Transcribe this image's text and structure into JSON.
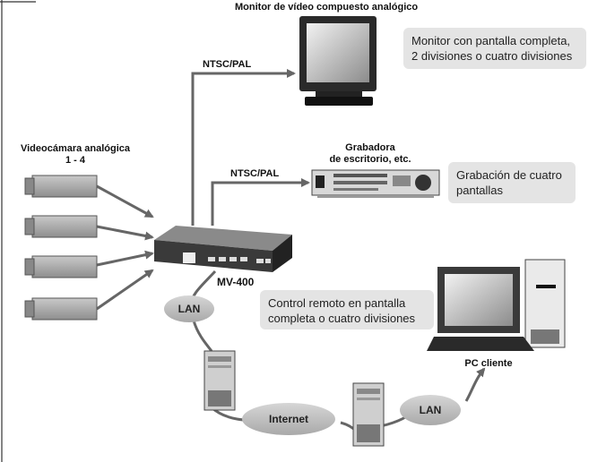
{
  "title": "Monitor de vídeo compuesto analógico",
  "camera_label_line1": "Videocámara analógica",
  "camera_label_line2": "1 - 4",
  "link_monitor": "NTSC/PAL",
  "link_recorder": "NTSC/PAL",
  "recorder_label_line1": "Grabadora",
  "recorder_label_line2": "de escritorio, etc.",
  "device_label": "MV-400",
  "lan_left": "LAN",
  "lan_right": "LAN",
  "internet": "Internet",
  "pc_label": "PC cliente",
  "notes": {
    "monitor_line1": "Monitor con pantalla completa,",
    "monitor_line2": "2 divisiones o cuatro divisiones",
    "recorder_line1": "Grabación de cuatro",
    "recorder_line2": "pantallas",
    "remote_line1": "Control remoto en pantalla",
    "remote_line2": "completa o cuatro divisiones"
  },
  "colors": {
    "line": "#666666",
    "note_bg": "#e4e4e4",
    "ellipse": "#bdbdbd"
  }
}
